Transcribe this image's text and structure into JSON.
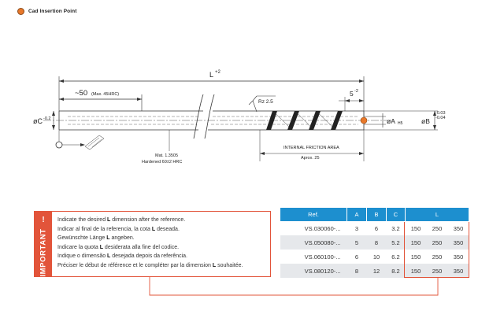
{
  "legend": {
    "label": "Cad Insertion Point"
  },
  "drawing": {
    "L": "L",
    "L_sup": "+2",
    "dim50": "~50",
    "dim50_note": "(Max. 45HRC)",
    "five": "5",
    "five_sup": "-2",
    "rz": "Rz 2.5",
    "phiC": "øC",
    "phiC_sup": "-0.2",
    "phiA": "øA",
    "phiA_sub": "H5",
    "phiB": "øB",
    "phiB_sup1": "-0.03",
    "phiB_sup2": "-0.04",
    "material": "Mat. 1.3505",
    "hardness": "Hardened 60±2 HRC",
    "friction_title": "INTERNAL FRICTION AREA",
    "friction_value": "Aprox. 25"
  },
  "important": {
    "label": "IMPORTANT",
    "arrow": "!",
    "lines": [
      {
        "pre": "Indicate the desired ",
        "key": "L",
        "post": " dimension after the reference."
      },
      {
        "pre": "Indicar al final de la referencia, la cota ",
        "key": "L",
        "post": " deseada."
      },
      {
        "pre": "Gewünschte Länge ",
        "key": "L",
        "post": " angeben."
      },
      {
        "pre": "Indicare la quota ",
        "key": "L",
        "post": " desiderata alla fine del codice."
      },
      {
        "pre": "Indique o dimensão ",
        "key": "L",
        "post": " desejada depois da referência."
      },
      {
        "pre": "Préciser le début de référence et le compléter par la dimension ",
        "key": "L",
        "post": " souhaitée."
      }
    ]
  },
  "table": {
    "headers": {
      "ref": "Ref.",
      "a": "A",
      "b": "B",
      "c": "C",
      "l": "L"
    },
    "rows": [
      {
        "ref": "VS.030060-...",
        "a": "3",
        "b": "6",
        "c": "3.2",
        "l1": "150",
        "l2": "250",
        "l3": "350"
      },
      {
        "ref": "VS.050080-...",
        "a": "5",
        "b": "8",
        "c": "5.2",
        "l1": "150",
        "l2": "250",
        "l3": "350"
      },
      {
        "ref": "VS.060100-...",
        "a": "6",
        "b": "10",
        "c": "6.2",
        "l1": "150",
        "l2": "250",
        "l3": "350"
      },
      {
        "ref": "VS.080120-...",
        "a": "8",
        "b": "12",
        "c": "8.2",
        "l1": "150",
        "l2": "250",
        "l3": "350"
      }
    ]
  },
  "colors": {
    "accent": "#e2543a",
    "header": "#1d8fcf",
    "cad_point": "#e8782a",
    "row_alt": "#e6e8eb"
  }
}
